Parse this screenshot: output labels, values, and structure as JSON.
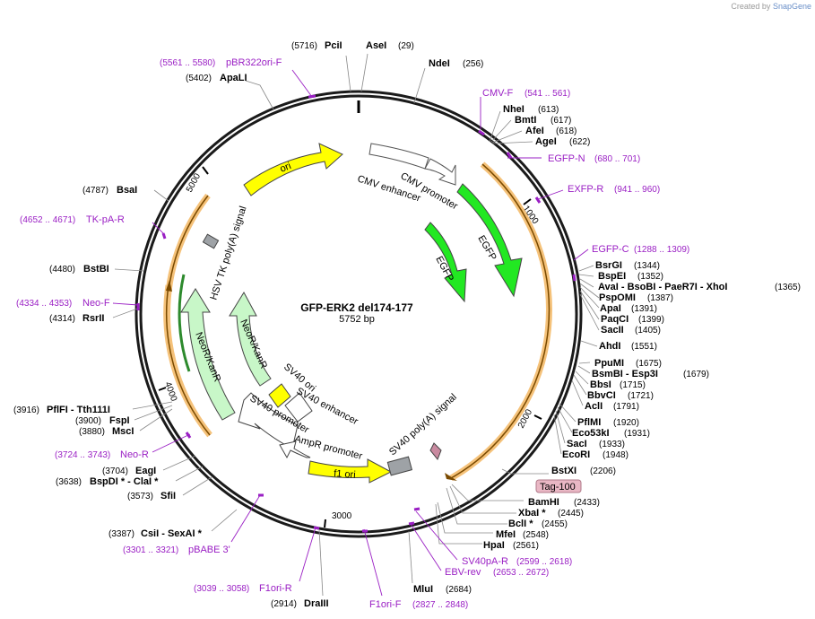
{
  "watermark": {
    "prefix": "Created by",
    "brand": "SnapGene"
  },
  "plasmid": {
    "name": "GFP-ERK2 del174-177",
    "length": "5752 bp"
  },
  "ticks": [
    "1000",
    "2000",
    "3000",
    "4000",
    "5000"
  ],
  "sites": [
    {
      "id": "pcii",
      "name": "PciI",
      "pos": "(5716)"
    },
    {
      "id": "asei",
      "name": "AseI",
      "pos": "(29)"
    },
    {
      "id": "ndei",
      "name": "NdeI",
      "pos": "(256)"
    },
    {
      "id": "apali",
      "name": "ApaLI",
      "pos": "(5402)"
    },
    {
      "id": "nhei",
      "name": "NheI",
      "pos": "(613)"
    },
    {
      "id": "bmti",
      "name": "BmtI",
      "pos": "(617)"
    },
    {
      "id": "afei",
      "name": "AfeI",
      "pos": "(618)"
    },
    {
      "id": "agei",
      "name": "AgeI",
      "pos": "(622)"
    },
    {
      "id": "bsai",
      "name": "BsaI",
      "pos": "(4787)"
    },
    {
      "id": "bstbi",
      "name": "BstBI",
      "pos": "(4480)"
    },
    {
      "id": "rsrii",
      "name": "RsrII",
      "pos": "(4314)"
    },
    {
      "id": "bsrgi",
      "name": "BsrGI",
      "pos": "(1344)"
    },
    {
      "id": "bspei",
      "name": "BspEI",
      "pos": "(1352)"
    },
    {
      "id": "avai",
      "name": "AvaI - BsoBI - PaeR7I - XhoI",
      "pos": "(1365)"
    },
    {
      "id": "pspomi",
      "name": "PspOMI",
      "pos": "(1387)"
    },
    {
      "id": "apai",
      "name": "ApaI",
      "pos": "(1391)"
    },
    {
      "id": "paqci",
      "name": "PaqCI",
      "pos": "(1399)"
    },
    {
      "id": "sacii",
      "name": "SacII",
      "pos": "(1405)"
    },
    {
      "id": "ahdi",
      "name": "AhdI",
      "pos": "(1551)"
    },
    {
      "id": "ppumi",
      "name": "PpuMI",
      "pos": "(1675)"
    },
    {
      "id": "bsmbi",
      "name": "BsmBI - Esp3I",
      "pos": "(1679)"
    },
    {
      "id": "bbsi",
      "name": "BbsI",
      "pos": "(1715)"
    },
    {
      "id": "bbvci",
      "name": "BbvCI",
      "pos": "(1721)"
    },
    {
      "id": "acli",
      "name": "AclI",
      "pos": "(1791)"
    },
    {
      "id": "pflmi",
      "name": "PflMI",
      "pos": "(1920)"
    },
    {
      "id": "eco53ki",
      "name": "Eco53kI",
      "pos": "(1931)"
    },
    {
      "id": "saci",
      "name": "SacI",
      "pos": "(1933)"
    },
    {
      "id": "ecori",
      "name": "EcoRI",
      "pos": "(1948)"
    },
    {
      "id": "bstxi",
      "name": "BstXI",
      "pos": "(2206)"
    },
    {
      "id": "bamhi",
      "name": "BamHI",
      "pos": "(2433)"
    },
    {
      "id": "xbai",
      "name": "XbaI *",
      "pos": "(2445)"
    },
    {
      "id": "bcli",
      "name": "BclI *",
      "pos": "(2455)"
    },
    {
      "id": "mfei",
      "name": "MfeI",
      "pos": "(2548)"
    },
    {
      "id": "hpai",
      "name": "HpaI",
      "pos": "(2561)"
    },
    {
      "id": "mlui",
      "name": "MluI",
      "pos": "(2684)"
    },
    {
      "id": "draiii",
      "name": "DraIII",
      "pos": "(2914)"
    },
    {
      "id": "csii",
      "name": "CsiI - SexAI *",
      "pos": "(3387)"
    },
    {
      "id": "sfii",
      "name": "SfiI",
      "pos": "(3573)"
    },
    {
      "id": "bspdi",
      "name": "BspDI * - ClaI *",
      "pos": "(3638)"
    },
    {
      "id": "eagi",
      "name": "EagI",
      "pos": "(3704)"
    },
    {
      "id": "msci",
      "name": "MscI",
      "pos": "(3880)"
    },
    {
      "id": "fspi",
      "name": "FspI",
      "pos": "(3900)"
    },
    {
      "id": "pflfi",
      "name": "PflFI - Tth111I",
      "pos": "(3916)"
    }
  ],
  "primers": [
    {
      "id": "pbr322",
      "name": "pBR322ori-F",
      "pos": "(5561 .. 5580)"
    },
    {
      "id": "cmvf",
      "name": "CMV-F",
      "pos": "(541 .. 561)"
    },
    {
      "id": "egfpn",
      "name": "EGFP-N",
      "pos": "(680 .. 701)"
    },
    {
      "id": "exfpr",
      "name": "EXFP-R",
      "pos": "(941 .. 960)"
    },
    {
      "id": "tkpar",
      "name": "TK-pA-R",
      "pos": "(4652 .. 4671)"
    },
    {
      "id": "egfpc",
      "name": "EGFP-C",
      "pos": "(1288 .. 1309)"
    },
    {
      "id": "neof",
      "name": "Neo-F",
      "pos": "(4334 .. 4353)"
    },
    {
      "id": "neor",
      "name": "Neo-R",
      "pos": "(3724 .. 3743)"
    },
    {
      "id": "pbabe3",
      "name": "pBABE 3'",
      "pos": "(3301 .. 3321)"
    },
    {
      "id": "f1orir",
      "name": "F1ori-R",
      "pos": "(3039 .. 3058)"
    },
    {
      "id": "f1orif",
      "name": "F1ori-F",
      "pos": "(2827 .. 2848)"
    },
    {
      "id": "sv40par",
      "name": "SV40pA-R",
      "pos": "(2599 .. 2618)"
    },
    {
      "id": "ebvrev",
      "name": "EBV-rev",
      "pos": "(2653 .. 2672)"
    }
  ],
  "features": {
    "ori": "ori",
    "cmv_enhancer": "CMV enhancer",
    "cmv_promoter": "CMV promoter",
    "egfp": "EGFP",
    "hsv_tk": "HSV TK poly(A) signal",
    "neokan": "NeoR/KanR",
    "sv40_ori": "SV40 ori",
    "sv40_enh": "SV40 enhancer",
    "sv40_prom": "SV40 promoter",
    "ampr_prom": "AmpR promoter",
    "f1_ori": "f1 ori",
    "sv40_polya": "SV40 poly(A) signal",
    "tag": "Tag-100"
  },
  "colors": {
    "primer": "#9a1fc4",
    "egfp": "#22e822",
    "neo": "#c8f7c8",
    "ori": "#ffff00",
    "orf": "#f5c27a",
    "tag": "#e9b7c4"
  }
}
